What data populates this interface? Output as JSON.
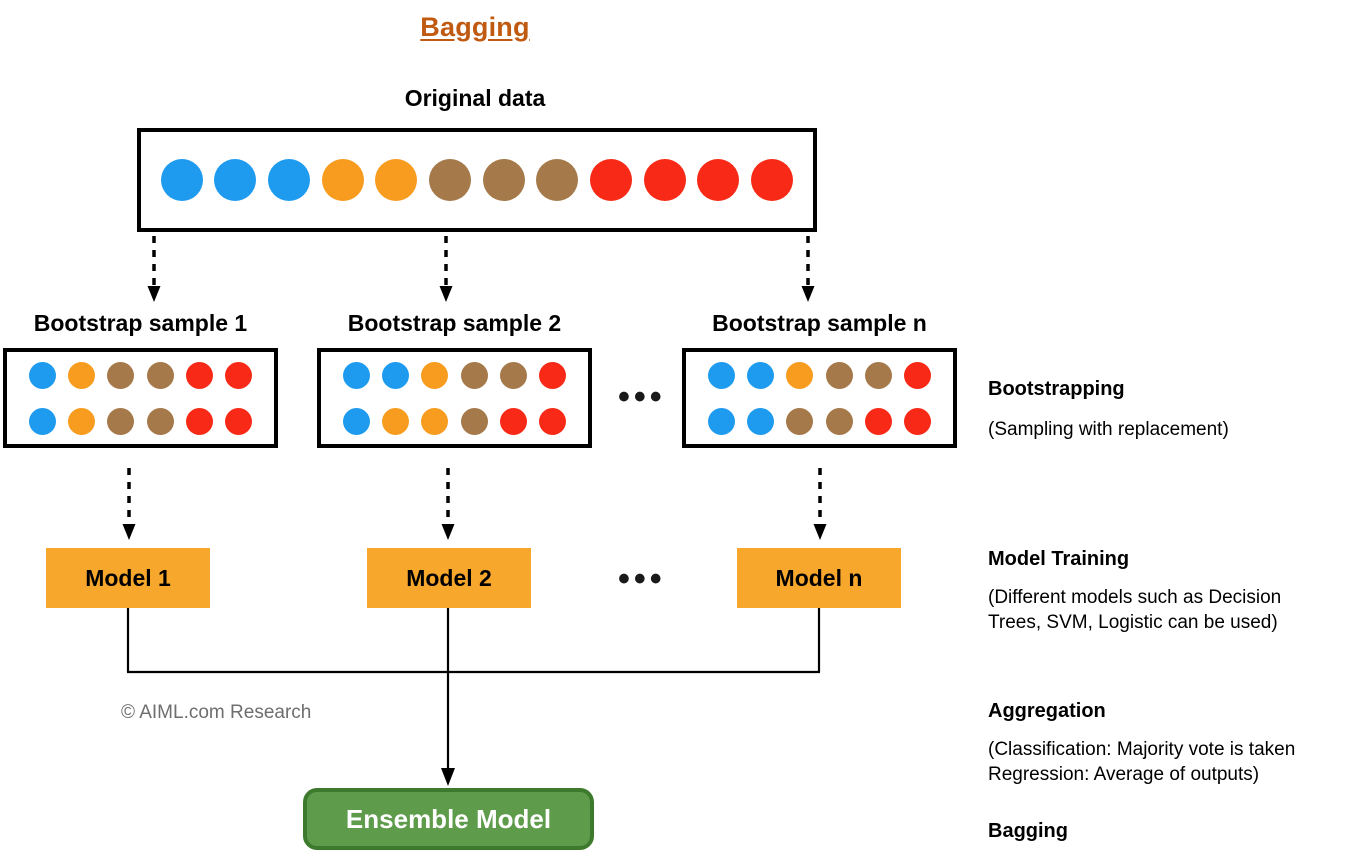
{
  "title": "Bagging",
  "colors": {
    "title": "#C05A10",
    "blue": "#1E9BEF",
    "orange": "#F79C1E",
    "brown": "#A5794A",
    "red": "#F82A17",
    "model_box": "#F7A72B",
    "ensemble_fill": "#5E9C4B",
    "ensemble_border": "#3E7A2E",
    "line": "#000000",
    "watermark": "#6e6e6e"
  },
  "original": {
    "heading": "Original data",
    "dots": [
      "blue",
      "blue",
      "blue",
      "orange",
      "orange",
      "brown",
      "brown",
      "brown",
      "red",
      "red",
      "red",
      "red"
    ]
  },
  "bootstrap": {
    "samples": [
      {
        "heading": "Bootstrap sample 1",
        "row1": [
          "blue",
          "orange",
          "brown",
          "brown",
          "red",
          "red"
        ],
        "row2": [
          "blue",
          "orange",
          "brown",
          "brown",
          "red",
          "red"
        ]
      },
      {
        "heading": "Bootstrap sample 2",
        "row1": [
          "blue",
          "blue",
          "orange",
          "brown",
          "brown",
          "red"
        ],
        "row2": [
          "blue",
          "orange",
          "orange",
          "brown",
          "red",
          "red"
        ]
      },
      {
        "heading": "Bootstrap sample n",
        "row1": [
          "blue",
          "blue",
          "orange",
          "brown",
          "brown",
          "red"
        ],
        "row2": [
          "blue",
          "blue",
          "brown",
          "brown",
          "red",
          "red"
        ]
      }
    ],
    "ellipsis": "•••"
  },
  "models": {
    "items": [
      {
        "label": "Model 1"
      },
      {
        "label": "Model 2"
      },
      {
        "label": "Model n"
      }
    ],
    "ellipsis": "•••"
  },
  "ensemble": {
    "label": "Ensemble Model"
  },
  "annotations": [
    {
      "title": "Bootstrapping",
      "lines": [
        "(Sampling with replacement)"
      ]
    },
    {
      "title": "Model Training",
      "lines": [
        "(Different models such as Decision",
        " Trees, SVM, Logistic can be used)"
      ]
    },
    {
      "title": "Aggregation",
      "lines": [
        "(Classification: Majority vote is taken",
        " Regression: Average of outputs)"
      ]
    },
    {
      "title": "Bagging",
      "lines": []
    }
  ],
  "watermark": "© AIML.com Research"
}
